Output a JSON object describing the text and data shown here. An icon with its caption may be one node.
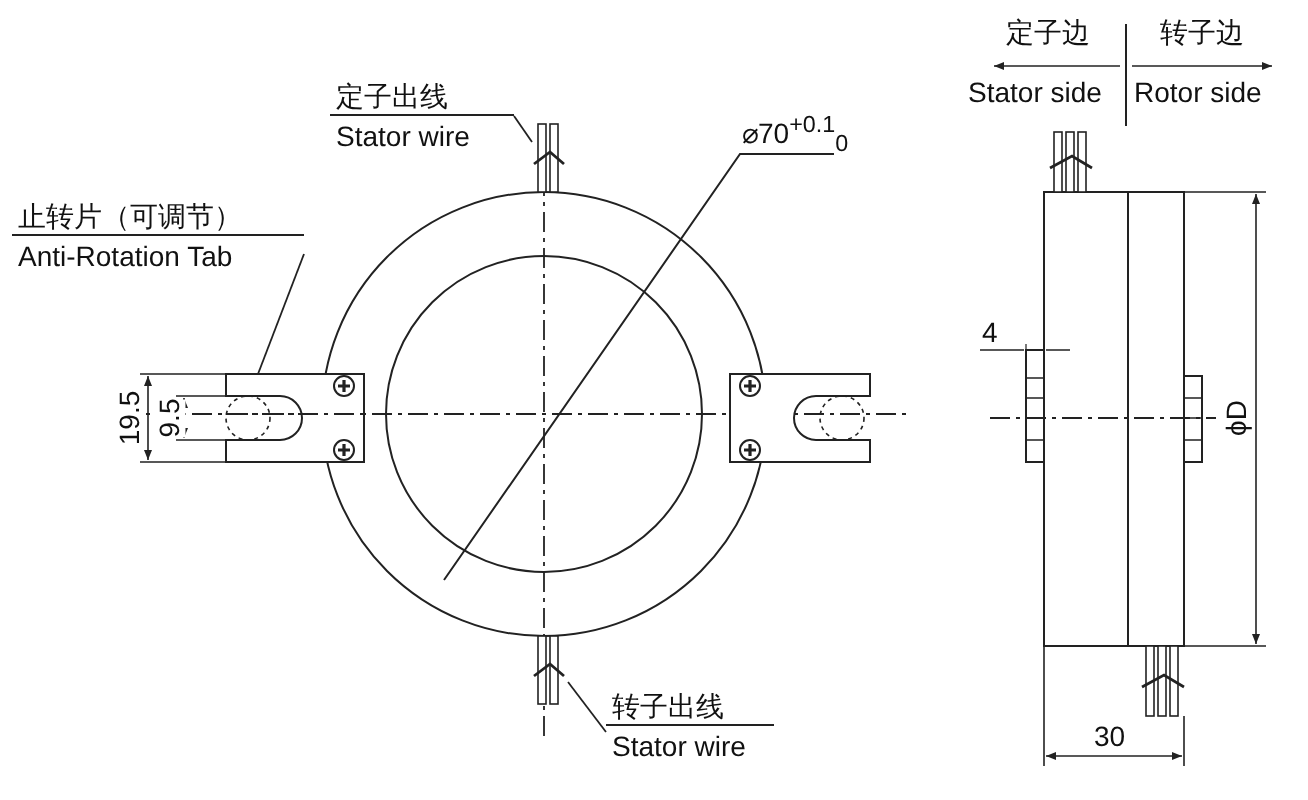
{
  "diagram": {
    "nodes": [
      {
        "text": [
          "定子出线",
          "Stator wire"
        ]
      },
      {
        "text": [],
        "shape": "picture"
      },
      {
        "text": [
          "止转片（可调节）",
          "Anti-Rotation Tab"
        ]
      },
      {
        "text": [],
        "shape": "picture"
      },
      {
        "text": [
          "转子出线",
          "Stator wire"
        ]
      },
      {
        "text": [],
        "shape": "picture"
      }
    ],
    "edges": [
      {
        "from": 0,
        "to": 1,
        "arrow": "none"
      },
      {
        "from": 2,
        "to": 3,
        "arrow": "none"
      },
      {
        "from": 4,
        "to": 5,
        "arrow": "none"
      }
    ],
    "labels": [
      "定子边",
      "转子边",
      "Stator side",
      "Rotor side",
      "⌀70$^{+0.1}$$_{0}$",
      "4",
      "19.5",
      "9.5",
      "ϕD",
      "30"
    ]
  }
}
